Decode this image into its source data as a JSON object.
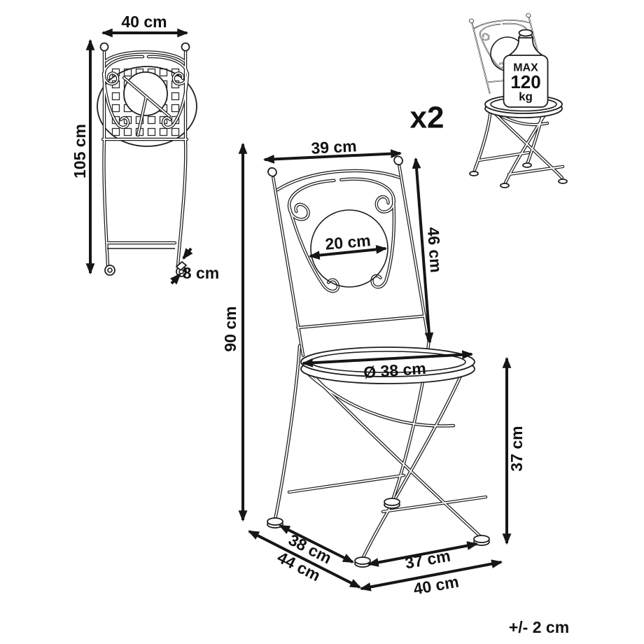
{
  "diagram": {
    "quantity_label": "x2",
    "tolerance_label": "+/- 2 cm",
    "weight_limit": {
      "line1": "MAX",
      "line2": "120",
      "line3": "kg"
    },
    "folded_view": {
      "width": "40 cm",
      "height": "105 cm",
      "depth": "8 cm"
    },
    "chair_view": {
      "back_width": "39 cm",
      "backrest_height": "46 cm",
      "back_circle_diameter": "20 cm",
      "total_height": "90 cm",
      "seat_diameter": "Ø 38 cm",
      "seat_height": "37 cm",
      "side_depth_feet": "38 cm",
      "side_depth_total": "44 cm",
      "front_feet_width": "37 cm",
      "front_width_total": "40 cm"
    },
    "colors": {
      "line": "#1d1d1d",
      "dimension": "#161616",
      "background": "#ffffff"
    }
  }
}
